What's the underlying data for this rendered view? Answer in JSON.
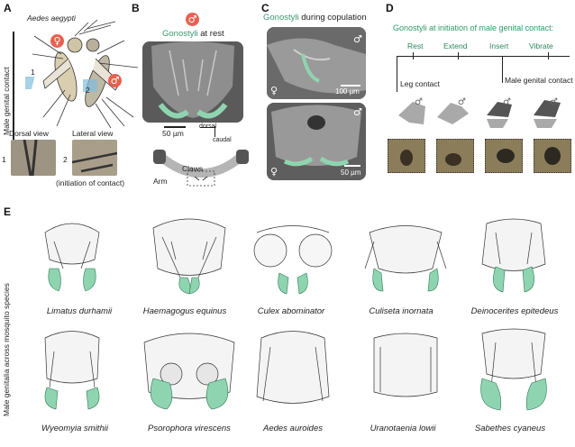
{
  "panels": {
    "A": {
      "label": "A",
      "species": "Aedes aegypti",
      "side_label": "Male genital contact",
      "female_symbol": "♀",
      "male_symbol": "♂",
      "marker_1": "1",
      "marker_2": "2",
      "dorsal_label": "Dorsal view",
      "lateral_label": "Lateral view",
      "inset_1": "1",
      "inset_2": "2",
      "initiation_note": "(initiation of contact)"
    },
    "B": {
      "label": "B",
      "male_symbol": "♂",
      "title_green": "Gonostyli",
      "title_rest": " at rest",
      "scale": "50 µm",
      "dorsal": "dorsal",
      "caudal": "caudal",
      "claws": "Claws",
      "arm": "Arm"
    },
    "C": {
      "label": "C",
      "title_green": "Gonostyli",
      "title_rest": " during copulation",
      "male_symbol_top": "♂",
      "female_symbol_top": "♀",
      "scale_top": "100 µm",
      "male_symbol_bottom": "♂",
      "female_symbol_bottom": "♀",
      "scale_bottom": "50 µm"
    },
    "D": {
      "label": "D",
      "title": "Gonostyli at initiation of male genital contact:",
      "stages": [
        "Rest",
        "Extend",
        "Insert",
        "Vibrate"
      ],
      "leg_contact": "Leg contact",
      "male_contact": "Male genital contact",
      "icon_symbols": [
        "♂",
        "♂",
        "♂",
        "♂"
      ]
    },
    "E": {
      "label": "E",
      "side_label": "Male genitalia across mosquito species",
      "species_row1": [
        "Limatus durhamii",
        "Haemagogus equinus",
        "Culex abominator",
        "Culiseta inornata",
        "Deinocerites epitedeus"
      ],
      "species_row2": [
        "Wyeomyia smithii",
        "Psorophora virescens",
        "Aedes auroides",
        "Uranotaenia lowii",
        "Sabethes cyaneus"
      ]
    }
  },
  "colors": {
    "highlight_green": "#8fd4b0",
    "symbol_red": "#e7604f",
    "title_green": "#2f9a68"
  }
}
